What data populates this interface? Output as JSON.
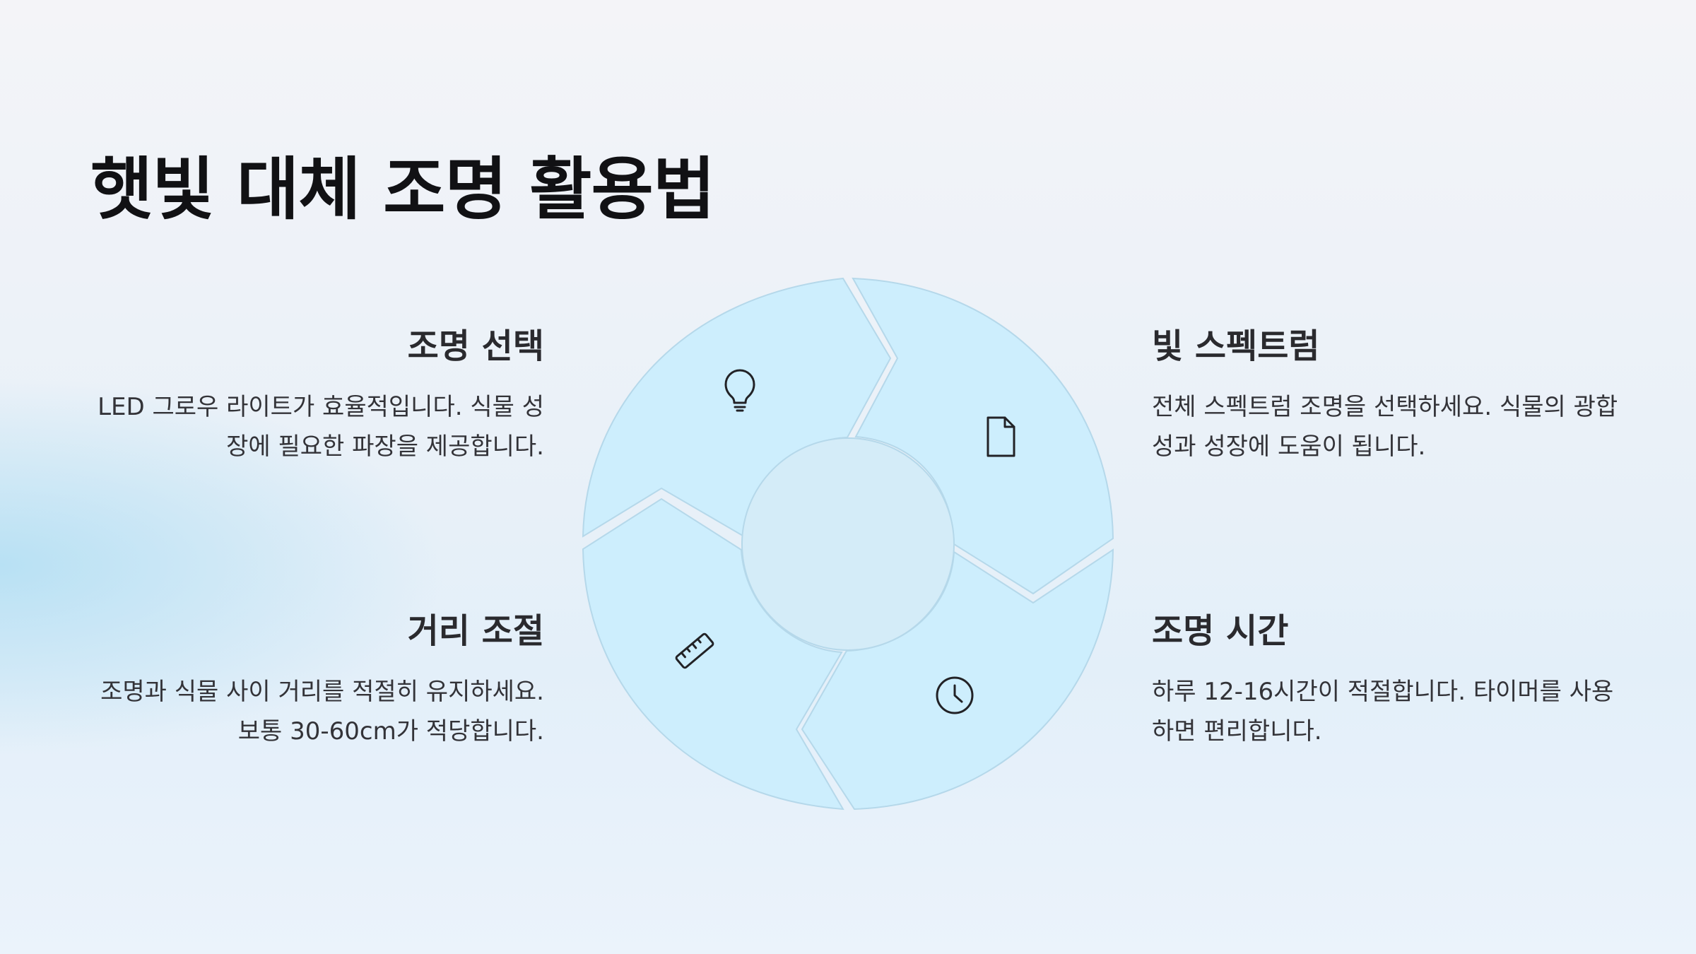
{
  "title": "햇빛 대체 조명 활용법",
  "items": [
    {
      "heading": "조명 선택",
      "text": "LED 그로우 라이트가 효율적입니다. 식물 성장에 필요한 파장을 제공합니다.",
      "icon": "lightbulb-icon"
    },
    {
      "heading": "빛 스펙트럼",
      "text": "전체 스펙트럼 조명을 선택하세요. 식물의 광합성과 성장에 도움이 됩니다.",
      "icon": "document-icon"
    },
    {
      "heading": "조명 시간",
      "text": "하루 12-16시간이 적절합니다. 타이머를 사용하면 편리합니다.",
      "icon": "clock-icon"
    },
    {
      "heading": "거리 조절",
      "text": "조명과 식물 사이 거리를 적절히 유지하세요. 보통 30-60cm가 적당합니다.",
      "icon": "ruler-icon"
    }
  ],
  "colors": {
    "segment_fill": "#cdeefd",
    "segment_stroke": "#b5d8ea",
    "center_fill": "#d4ecf8",
    "icon_stroke": "#222226"
  }
}
